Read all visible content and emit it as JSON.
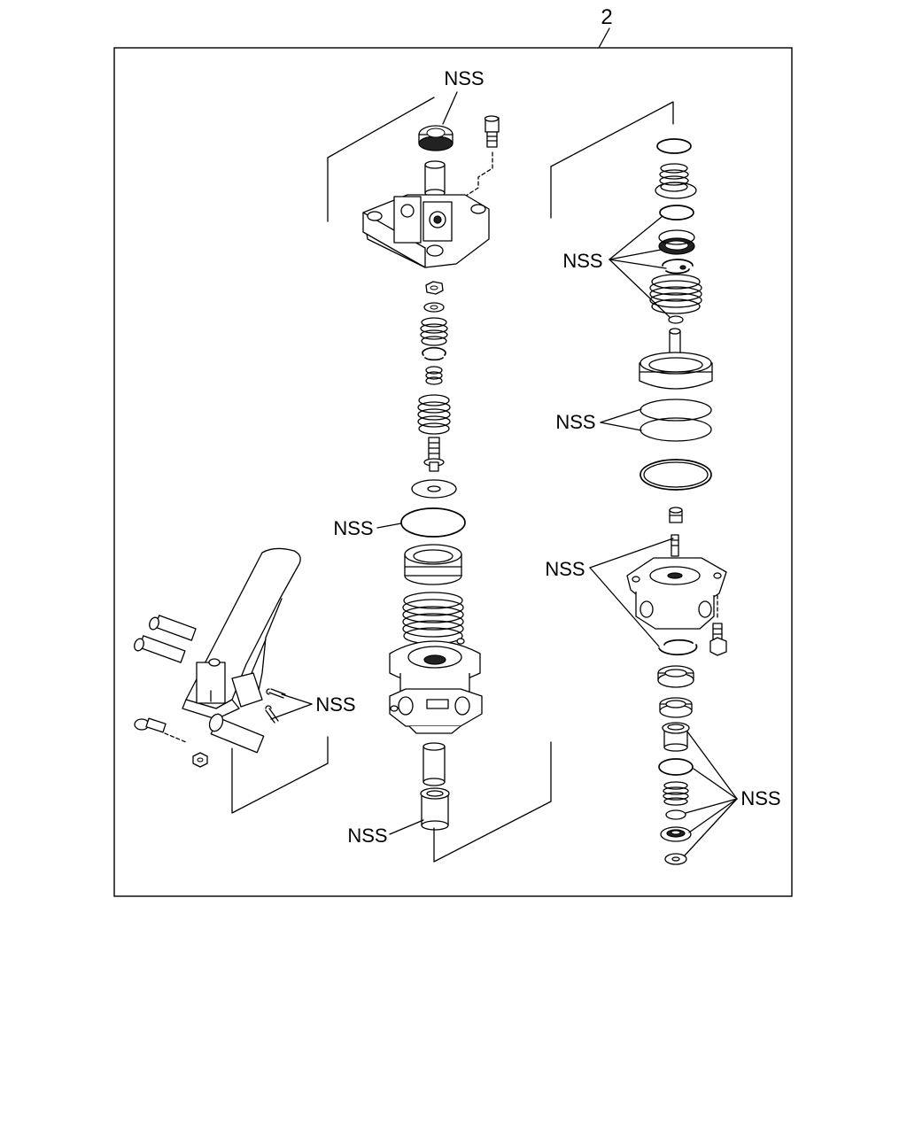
{
  "diagram": {
    "assembly_number": "2",
    "callout_label": "NSS",
    "callouts": [
      {
        "id": "top-seal",
        "text": "NSS"
      },
      {
        "id": "right-upper-rings",
        "text": "NSS"
      },
      {
        "id": "right-piston-rings",
        "text": "NSS"
      },
      {
        "id": "center-oring",
        "text": "NSS"
      },
      {
        "id": "right-valve-rings",
        "text": "NSS"
      },
      {
        "id": "pedal-pins",
        "text": "NSS"
      },
      {
        "id": "right-bottom-parts",
        "text": "NSS"
      },
      {
        "id": "bottom-bushing",
        "text": "NSS"
      }
    ]
  }
}
